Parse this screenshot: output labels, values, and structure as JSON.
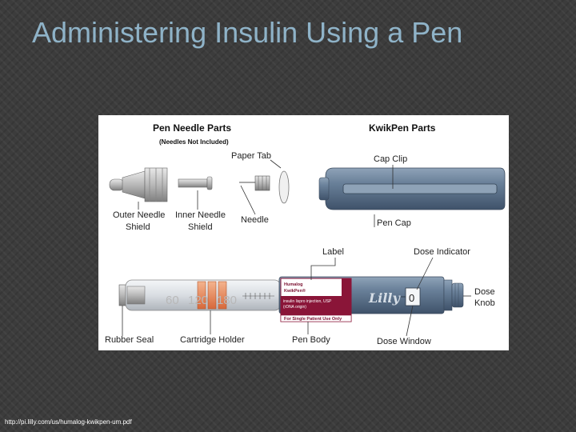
{
  "slide": {
    "title": "Administering Insulin Using a Pen",
    "source_url": "http://pi.lilly.com/us/humalog-kwikpen-um.pdf"
  },
  "diagram": {
    "pen_needle": {
      "heading": "Pen Needle Parts",
      "subheading": "(Needles Not Included)",
      "labels": {
        "paper_tab": "Paper Tab",
        "outer_shield_1": "Outer Needle",
        "outer_shield_2": "Shield",
        "inner_shield_1": "Inner Needle",
        "inner_shield_2": "Shield",
        "needle": "Needle"
      }
    },
    "kwikpen": {
      "heading": "KwikPen Parts",
      "labels": {
        "cap_clip": "Cap Clip",
        "pen_cap": "Pen Cap",
        "label": "Label",
        "dose_indicator": "Dose Indicator",
        "dose_knob_1": "Dose",
        "dose_knob_2": "Knob",
        "rubber_seal": "Rubber Seal",
        "cartridge_holder": "Cartridge Holder",
        "pen_body": "Pen Body",
        "dose_window": "Dose Window"
      },
      "scale_marks": [
        "60",
        "120",
        "180"
      ],
      "pen_label": {
        "brand": "Humalog",
        "product": "KwikPen®",
        "desc1": "insulin lispro injection, USP",
        "desc2": "(rDNA origin)",
        "footer": "For Single Patient Use Only"
      },
      "logo_text": "Lilly",
      "dose_digit": "0",
      "colors": {
        "pen_blue": "#5b7088",
        "label_maroon": "#8a1538",
        "cartridge_orange": "#e98a5a"
      }
    }
  }
}
